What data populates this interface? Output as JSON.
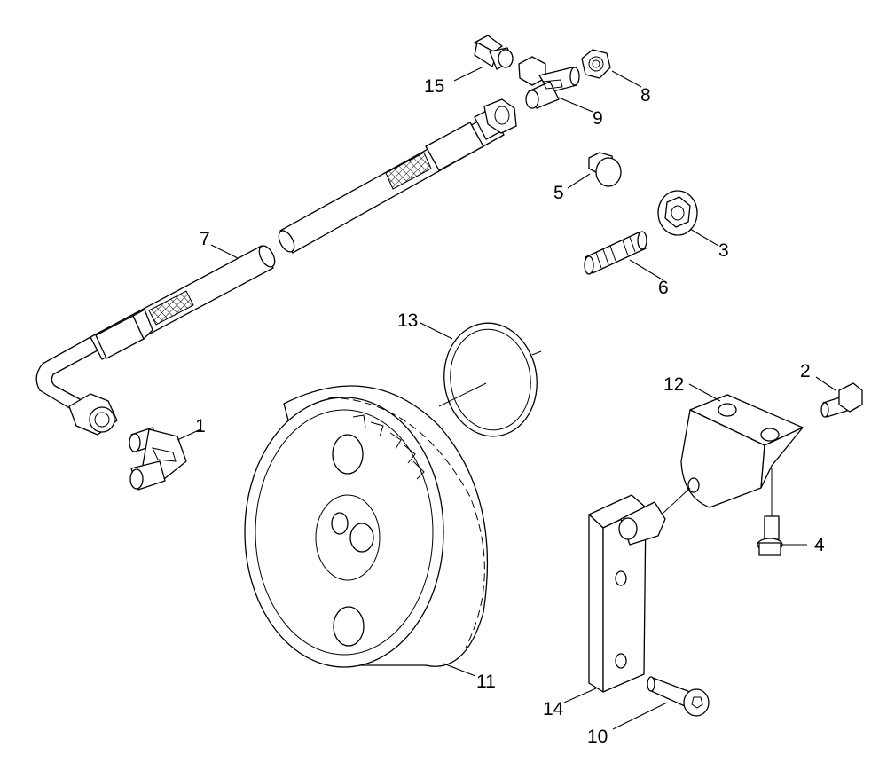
{
  "diagram": {
    "type": "exploded-parts-view",
    "callouts": {
      "c1": "1",
      "c2": "2",
      "c3": "3",
      "c4": "4",
      "c5": "5",
      "c6": "6",
      "c7": "7",
      "c8": "8",
      "c9": "9",
      "c10": "10",
      "c11": "11",
      "c12": "12",
      "c13": "13",
      "c14": "14",
      "c15": "15"
    }
  }
}
